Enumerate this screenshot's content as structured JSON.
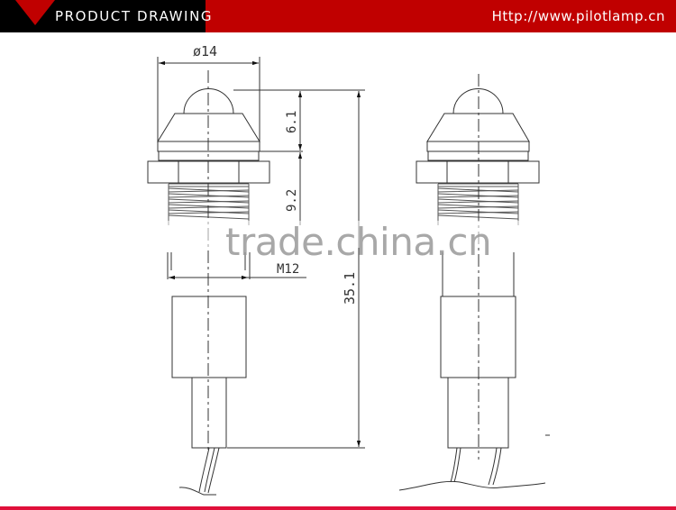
{
  "header": {
    "title": "PRODUCT DRAWING",
    "url": "Http://www.pilotlamp.cn",
    "colors": {
      "brand_red": "#c00000",
      "black": "#000000",
      "footer_red": "#e0103a"
    }
  },
  "drawing": {
    "views": [
      "front-view-dimensioned",
      "side-view"
    ],
    "dimensions": {
      "diameter": "ø14",
      "cap_height": "6.1",
      "thread_length": "9.2",
      "thread_size": "M12",
      "total_length": "35.1"
    }
  },
  "watermark": "trade.china.cn"
}
